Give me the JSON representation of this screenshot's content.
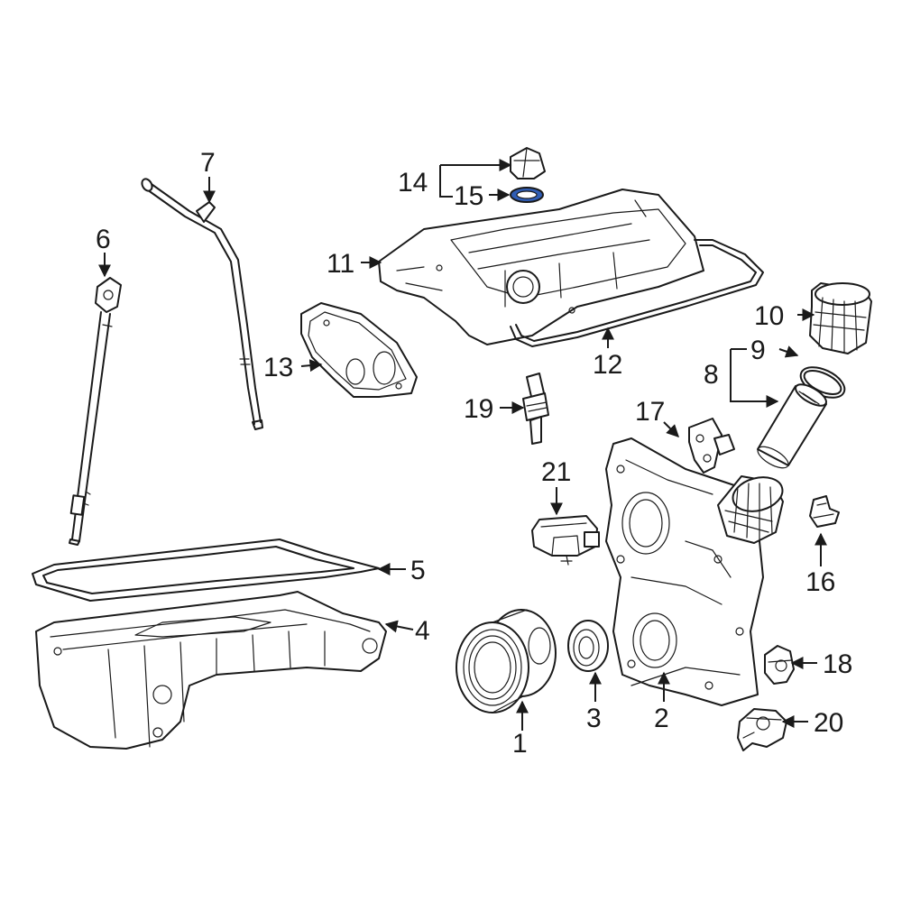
{
  "diagram": {
    "highlight_color": "#2f5db5",
    "callouts": [
      {
        "id": "p1",
        "label": "1"
      },
      {
        "id": "p2",
        "label": "2"
      },
      {
        "id": "p3",
        "label": "3"
      },
      {
        "id": "p4",
        "label": "4"
      },
      {
        "id": "p5",
        "label": "5"
      },
      {
        "id": "p6",
        "label": "6"
      },
      {
        "id": "p7",
        "label": "7"
      },
      {
        "id": "p8",
        "label": "8"
      },
      {
        "id": "p9",
        "label": "9"
      },
      {
        "id": "p10",
        "label": "10"
      },
      {
        "id": "p11",
        "label": "11"
      },
      {
        "id": "p12",
        "label": "12"
      },
      {
        "id": "p13",
        "label": "13"
      },
      {
        "id": "p14",
        "label": "14"
      },
      {
        "id": "p15",
        "label": "15"
      },
      {
        "id": "p16",
        "label": "16"
      },
      {
        "id": "p17",
        "label": "17"
      },
      {
        "id": "p18",
        "label": "18"
      },
      {
        "id": "p19",
        "label": "19"
      },
      {
        "id": "p20",
        "label": "20"
      },
      {
        "id": "p21",
        "label": "21"
      }
    ]
  }
}
